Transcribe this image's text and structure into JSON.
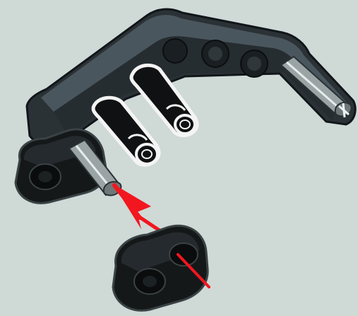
{
  "scene": {
    "kind": "building-instruction-step",
    "colors": {
      "background": "#cfd9d6",
      "beam_dark": "#2b3236",
      "beam_top": "#46525a",
      "beam_face": "#1f2528",
      "liftarm_black": "#151819",
      "liftarm_edge": "#3a4245",
      "pin_white_outline": "#f4f4f4",
      "pin_black": "#0f1112",
      "axle_grey": "#8f9a9a",
      "arrow_red": "#f2161f"
    },
    "parts": [
      {
        "name": "bent-beam",
        "color": "dark-bluish-grey"
      },
      {
        "name": "long-pin-left",
        "color": "black"
      },
      {
        "name": "long-pin-right",
        "color": "black"
      },
      {
        "name": "axle-right",
        "color": "light-grey"
      },
      {
        "name": "axle-left",
        "color": "light-grey"
      },
      {
        "name": "liftarm-attached",
        "color": "black"
      },
      {
        "name": "liftarm-new",
        "color": "black"
      }
    ],
    "callouts": [
      {
        "name": "insert-arrow",
        "color": "red"
      },
      {
        "name": "guide-line",
        "color": "red"
      }
    ]
  }
}
